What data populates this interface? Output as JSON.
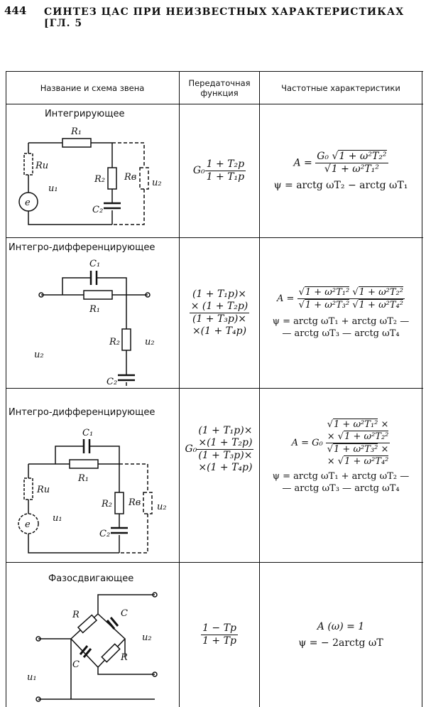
{
  "header": {
    "page_number": "444",
    "title": "СИНТЕЗ ЦАС ПРИ НЕИЗВЕСТНЫХ ХАРАКТЕРИСТИКАХ [ГЛ. 5"
  },
  "table": {
    "columns": [
      "Название и схема звена",
      "Передаточная функция",
      "Частотные характеристики"
    ],
    "rows": [
      {
        "name": "Интегрирующее",
        "labels": {
          "r1": "R₁",
          "ri": "Rи",
          "r2": "R₂",
          "rv": "Rв",
          "u1": "u₁",
          "u2": "u₂",
          "e": "e",
          "c2": "C₂"
        },
        "tf": {
          "prefix": "G₀",
          "num": "1 + T₂p",
          "den": "1 + T₁p"
        },
        "freq": {
          "a_lhs": "A =",
          "a_num_prefix": "G₀",
          "a_num_sqrt": "1 + ω²T₂²",
          "a_den_sqrt": "1 + ω²T₁²",
          "psi": "ψ = arctg ωT₂ − arctg ωT₁"
        }
      },
      {
        "name": "Интегро-дифференцирующее",
        "labels": {
          "c1": "C₁",
          "r1": "R₁",
          "r2": "R₂",
          "c2": "C₂",
          "u_left": "u₂",
          "u_right": "u₂"
        },
        "tf": {
          "num1": "(1 + T₁p)×",
          "num2": "× (1 + T₂p)",
          "den1": "(1 + T₃p)×",
          "den2": "×(1 + T₄p)"
        },
        "freq": {
          "a_lhs": "A =",
          "num_sqrt1": "1 + ω²T₁²",
          "num_sqrt2": "1 + ω²T₂²",
          "den_sqrt1": "1 + ω²T₃²",
          "den_sqrt2": "1 + ω²T₄²",
          "psi1": "ψ = arctg ωT₁ + arctg ωT₂ —",
          "psi2": "— arctg ωT₃ — arctg ωT₄"
        }
      },
      {
        "name": "Интегро-дифференцирующее",
        "labels": {
          "c1": "C₁",
          "r1": "R₁",
          "ri": "Rи",
          "r2": "R₂",
          "rv": "Rв",
          "u1": "u₁",
          "u2": "u₂",
          "e": "e",
          "c2": "C₂"
        },
        "tf": {
          "prefix": "G₀",
          "num1": "(1 + T₁p)×",
          "num2": "×(1 + T₂p)",
          "den1": "(1 + T₃p)×",
          "den2": "×(1 + T₄p)"
        },
        "freq": {
          "a_lhs": "A = G₀",
          "num1": "1 + ω²T₁²",
          "num2": "1 + ω²T₂²",
          "den1": "1 + ω²T₃²",
          "den2": "1 + ω²T₄²",
          "times": "×",
          "psi1": "ψ = arctg ωT₁ + arctg ωT₂ —",
          "psi2": "— arctg ωT₃ — arctg ωT₄"
        }
      },
      {
        "name": "Фазосдвигающее",
        "labels": {
          "r_top": "R",
          "c_top": "C",
          "c_bot": "C",
          "r_bot": "R",
          "u1": "u₁",
          "u2": "u₂"
        },
        "tf": {
          "num": "1 − Tp",
          "den": "1 + Tp"
        },
        "freq": {
          "a": "A (ω) = 1",
          "psi": "ψ = − 2arctg ωT"
        }
      }
    ]
  }
}
